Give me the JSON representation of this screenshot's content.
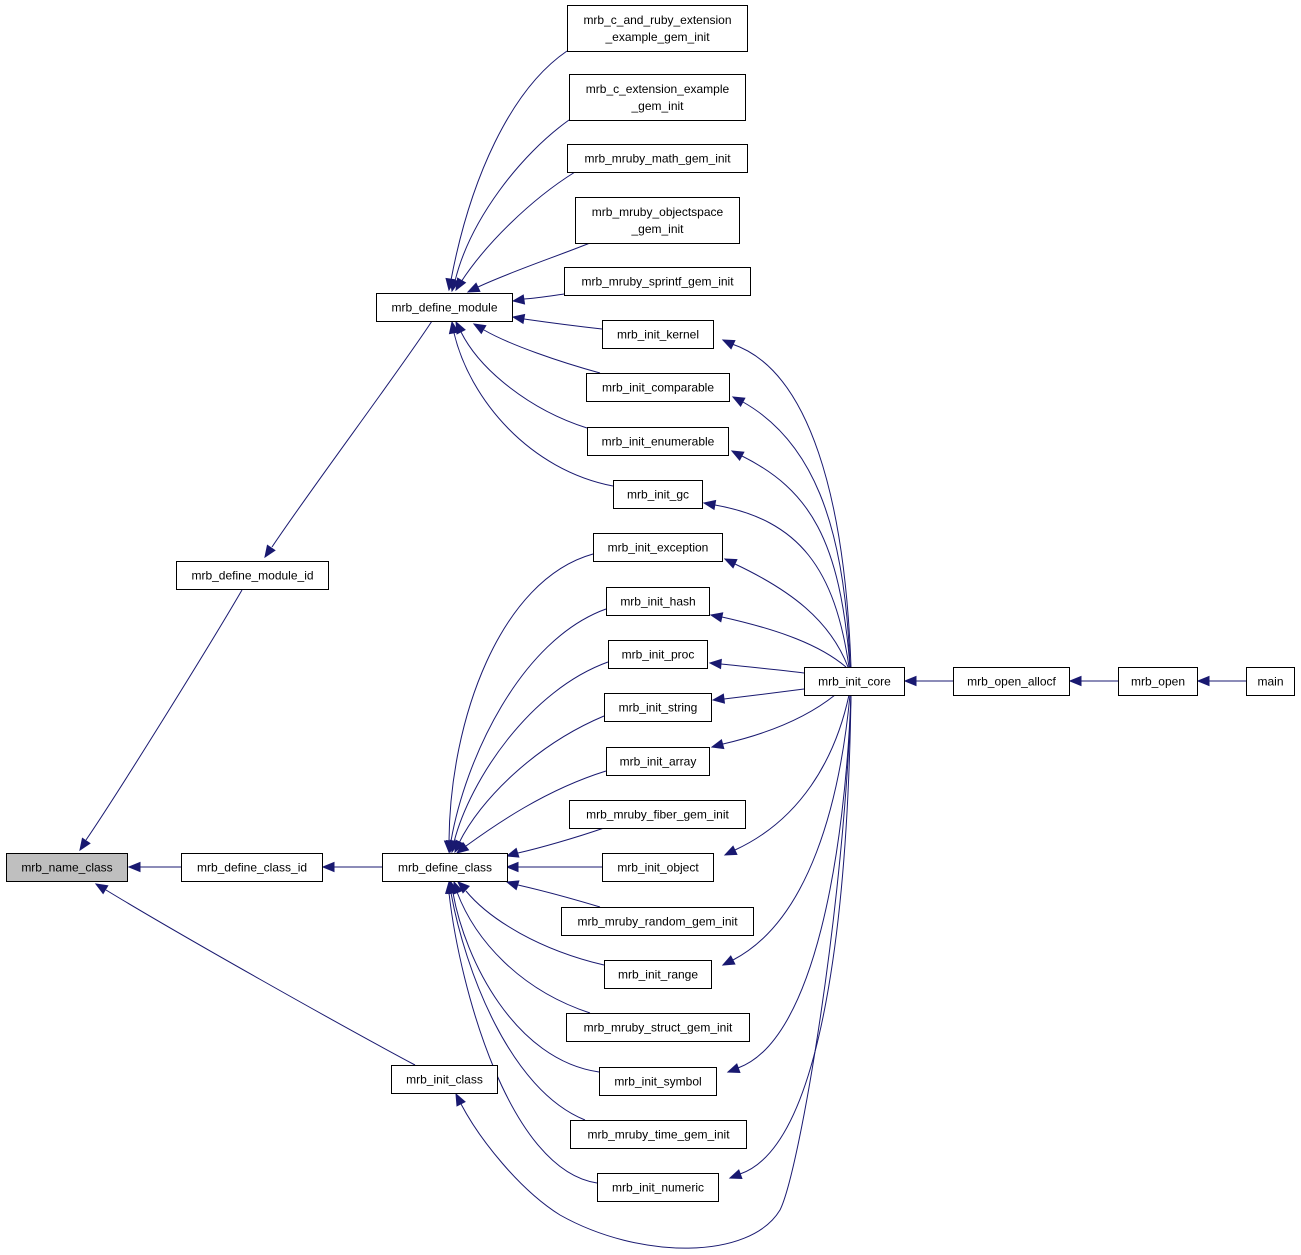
{
  "diagram": {
    "root": "mrb_name_class",
    "colors": {
      "edge": "#191970",
      "root_fill": "#bfbfbf",
      "node_fill": "#ffffff",
      "node_border": "#000000"
    },
    "nodes": [
      {
        "id": "mrb_name_class",
        "lines": [
          "mrb_name_class"
        ],
        "root": true
      },
      {
        "id": "mrb_define_module_id",
        "lines": [
          "mrb_define_module_id"
        ]
      },
      {
        "id": "mrb_define_class_id",
        "lines": [
          "mrb_define_class_id"
        ]
      },
      {
        "id": "mrb_init_class",
        "lines": [
          "mrb_init_class"
        ]
      },
      {
        "id": "mrb_define_module",
        "lines": [
          "mrb_define_module"
        ]
      },
      {
        "id": "mrb_define_class",
        "lines": [
          "mrb_define_class"
        ]
      },
      {
        "id": "mrb_c_and_ruby_extension_example_gem_init",
        "lines": [
          "mrb_c_and_ruby_extension",
          "_example_gem_init"
        ]
      },
      {
        "id": "mrb_c_extension_example_gem_init",
        "lines": [
          "mrb_c_extension_example",
          "_gem_init"
        ]
      },
      {
        "id": "mrb_mruby_math_gem_init",
        "lines": [
          "mrb_mruby_math_gem_init"
        ]
      },
      {
        "id": "mrb_mruby_objectspace_gem_init",
        "lines": [
          "mrb_mruby_objectspace",
          "_gem_init"
        ]
      },
      {
        "id": "mrb_mruby_sprintf_gem_init",
        "lines": [
          "mrb_mruby_sprintf_gem_init"
        ]
      },
      {
        "id": "mrb_init_kernel",
        "lines": [
          "mrb_init_kernel"
        ]
      },
      {
        "id": "mrb_init_comparable",
        "lines": [
          "mrb_init_comparable"
        ]
      },
      {
        "id": "mrb_init_enumerable",
        "lines": [
          "mrb_init_enumerable"
        ]
      },
      {
        "id": "mrb_init_gc",
        "lines": [
          "mrb_init_gc"
        ]
      },
      {
        "id": "mrb_init_exception",
        "lines": [
          "mrb_init_exception"
        ]
      },
      {
        "id": "mrb_init_hash",
        "lines": [
          "mrb_init_hash"
        ]
      },
      {
        "id": "mrb_init_proc",
        "lines": [
          "mrb_init_proc"
        ]
      },
      {
        "id": "mrb_init_string",
        "lines": [
          "mrb_init_string"
        ]
      },
      {
        "id": "mrb_init_array",
        "lines": [
          "mrb_init_array"
        ]
      },
      {
        "id": "mrb_mruby_fiber_gem_init",
        "lines": [
          "mrb_mruby_fiber_gem_init"
        ]
      },
      {
        "id": "mrb_init_object",
        "lines": [
          "mrb_init_object"
        ]
      },
      {
        "id": "mrb_mruby_random_gem_init",
        "lines": [
          "mrb_mruby_random_gem_init"
        ]
      },
      {
        "id": "mrb_init_range",
        "lines": [
          "mrb_init_range"
        ]
      },
      {
        "id": "mrb_mruby_struct_gem_init",
        "lines": [
          "mrb_mruby_struct_gem_init"
        ]
      },
      {
        "id": "mrb_init_symbol",
        "lines": [
          "mrb_init_symbol"
        ]
      },
      {
        "id": "mrb_mruby_time_gem_init",
        "lines": [
          "mrb_mruby_time_gem_init"
        ]
      },
      {
        "id": "mrb_init_numeric",
        "lines": [
          "mrb_init_numeric"
        ]
      },
      {
        "id": "mrb_init_core",
        "lines": [
          "mrb_init_core"
        ]
      },
      {
        "id": "mrb_open_allocf",
        "lines": [
          "mrb_open_allocf"
        ]
      },
      {
        "id": "mrb_open",
        "lines": [
          "mrb_open"
        ]
      },
      {
        "id": "main",
        "lines": [
          "main"
        ]
      }
    ],
    "edges": [
      {
        "from": "mrb_define_module_id",
        "to": "mrb_name_class"
      },
      {
        "from": "mrb_define_class_id",
        "to": "mrb_name_class"
      },
      {
        "from": "mrb_init_class",
        "to": "mrb_name_class"
      },
      {
        "from": "mrb_define_module",
        "to": "mrb_define_module_id"
      },
      {
        "from": "mrb_define_class",
        "to": "mrb_define_class_id"
      },
      {
        "from": "mrb_init_core",
        "to": "mrb_init_class"
      },
      {
        "from": "mrb_c_and_ruby_extension_example_gem_init",
        "to": "mrb_define_module"
      },
      {
        "from": "mrb_c_extension_example_gem_init",
        "to": "mrb_define_module"
      },
      {
        "from": "mrb_mruby_math_gem_init",
        "to": "mrb_define_module"
      },
      {
        "from": "mrb_mruby_objectspace_gem_init",
        "to": "mrb_define_module"
      },
      {
        "from": "mrb_mruby_sprintf_gem_init",
        "to": "mrb_define_module"
      },
      {
        "from": "mrb_init_kernel",
        "to": "mrb_define_module"
      },
      {
        "from": "mrb_init_comparable",
        "to": "mrb_define_module"
      },
      {
        "from": "mrb_init_enumerable",
        "to": "mrb_define_module"
      },
      {
        "from": "mrb_init_gc",
        "to": "mrb_define_module"
      },
      {
        "from": "mrb_init_exception",
        "to": "mrb_define_class"
      },
      {
        "from": "mrb_init_hash",
        "to": "mrb_define_class"
      },
      {
        "from": "mrb_init_proc",
        "to": "mrb_define_class"
      },
      {
        "from": "mrb_init_string",
        "to": "mrb_define_class"
      },
      {
        "from": "mrb_init_array",
        "to": "mrb_define_class"
      },
      {
        "from": "mrb_mruby_fiber_gem_init",
        "to": "mrb_define_class"
      },
      {
        "from": "mrb_init_object",
        "to": "mrb_define_class"
      },
      {
        "from": "mrb_mruby_random_gem_init",
        "to": "mrb_define_class"
      },
      {
        "from": "mrb_init_range",
        "to": "mrb_define_class"
      },
      {
        "from": "mrb_mruby_struct_gem_init",
        "to": "mrb_define_class"
      },
      {
        "from": "mrb_init_symbol",
        "to": "mrb_define_class"
      },
      {
        "from": "mrb_mruby_time_gem_init",
        "to": "mrb_define_class"
      },
      {
        "from": "mrb_init_numeric",
        "to": "mrb_define_class"
      },
      {
        "from": "mrb_init_core",
        "to": "mrb_init_kernel"
      },
      {
        "from": "mrb_init_core",
        "to": "mrb_init_comparable"
      },
      {
        "from": "mrb_init_core",
        "to": "mrb_init_enumerable"
      },
      {
        "from": "mrb_init_core",
        "to": "mrb_init_gc"
      },
      {
        "from": "mrb_init_core",
        "to": "mrb_init_exception"
      },
      {
        "from": "mrb_init_core",
        "to": "mrb_init_hash"
      },
      {
        "from": "mrb_init_core",
        "to": "mrb_init_proc"
      },
      {
        "from": "mrb_init_core",
        "to": "mrb_init_string"
      },
      {
        "from": "mrb_init_core",
        "to": "mrb_init_array"
      },
      {
        "from": "mrb_init_core",
        "to": "mrb_init_object"
      },
      {
        "from": "mrb_init_core",
        "to": "mrb_init_range"
      },
      {
        "from": "mrb_init_core",
        "to": "mrb_init_symbol"
      },
      {
        "from": "mrb_init_core",
        "to": "mrb_init_numeric"
      },
      {
        "from": "mrb_open_allocf",
        "to": "mrb_init_core"
      },
      {
        "from": "mrb_open",
        "to": "mrb_open_allocf"
      },
      {
        "from": "main",
        "to": "mrb_open"
      }
    ]
  }
}
